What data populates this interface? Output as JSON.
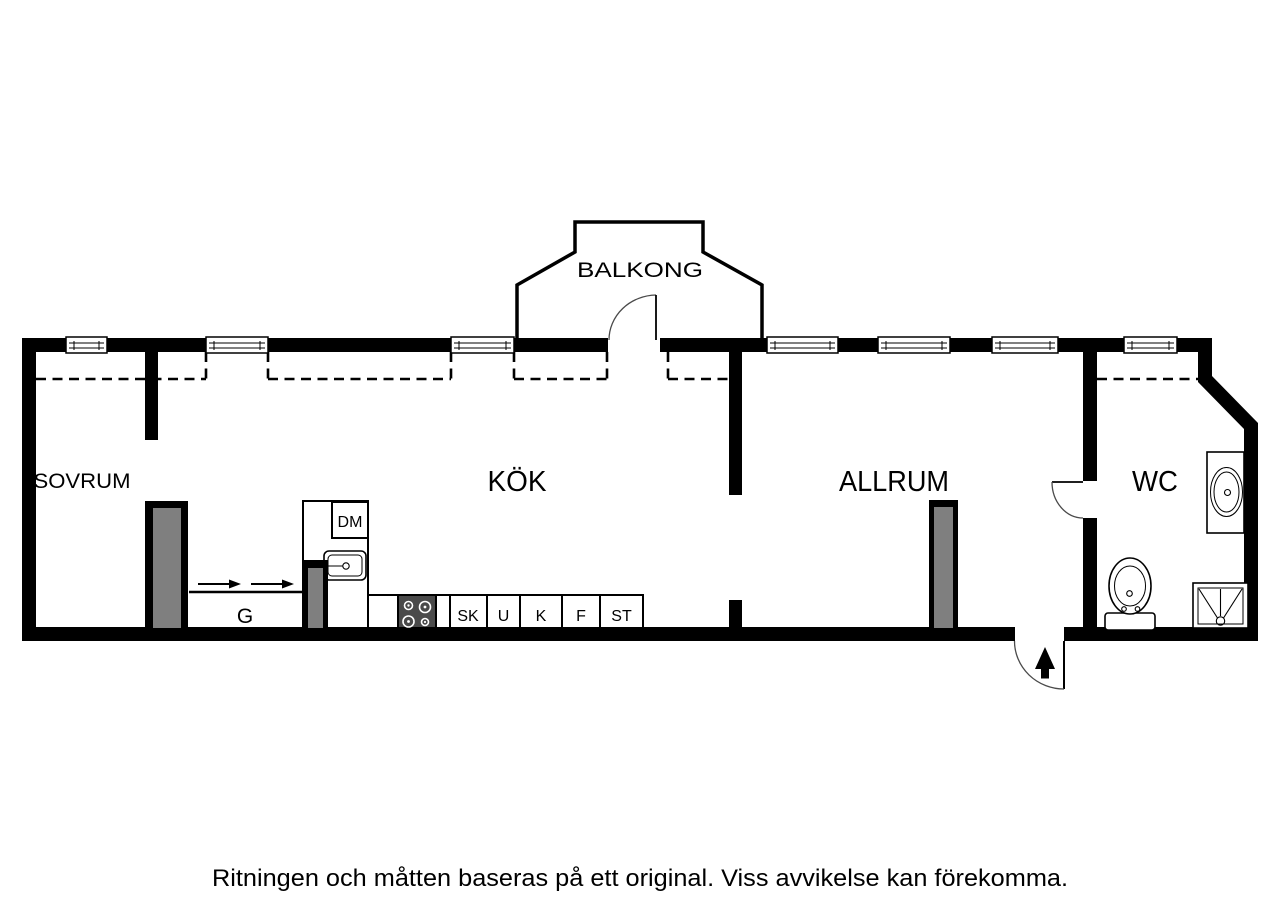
{
  "plan": {
    "rooms": {
      "balcony": "BALKONG",
      "bedroom": "SOVRUM",
      "kitchen": "KÖK",
      "living_room": "ALLRUM",
      "wc": "WC"
    },
    "kitchen_units": {
      "dishwasher": "DM",
      "row": [
        "SK",
        "U",
        "K",
        "F",
        "ST"
      ]
    },
    "closet_label": "G",
    "window_count": 7,
    "fixture_icons": [
      "window-icon",
      "balcony-door-arc-icon",
      "wardrobe-arrow-icon",
      "kitchen-sink-icon",
      "stove-icon",
      "dishwasher-box",
      "toilet-icon",
      "washbasin-icon",
      "shower-icon",
      "wc-door-arc-icon",
      "entrance-door-arc-icon",
      "entrance-arrow-icon"
    ],
    "colors": {
      "wall": "#000000",
      "partition_gray": "#7f7f7f",
      "stove_dark": "#4a4a4a",
      "background": "#ffffff"
    }
  },
  "footer": {
    "disclaimer": "Ritningen och måtten baseras på ett original. Viss avvikelse kan förekomma."
  }
}
